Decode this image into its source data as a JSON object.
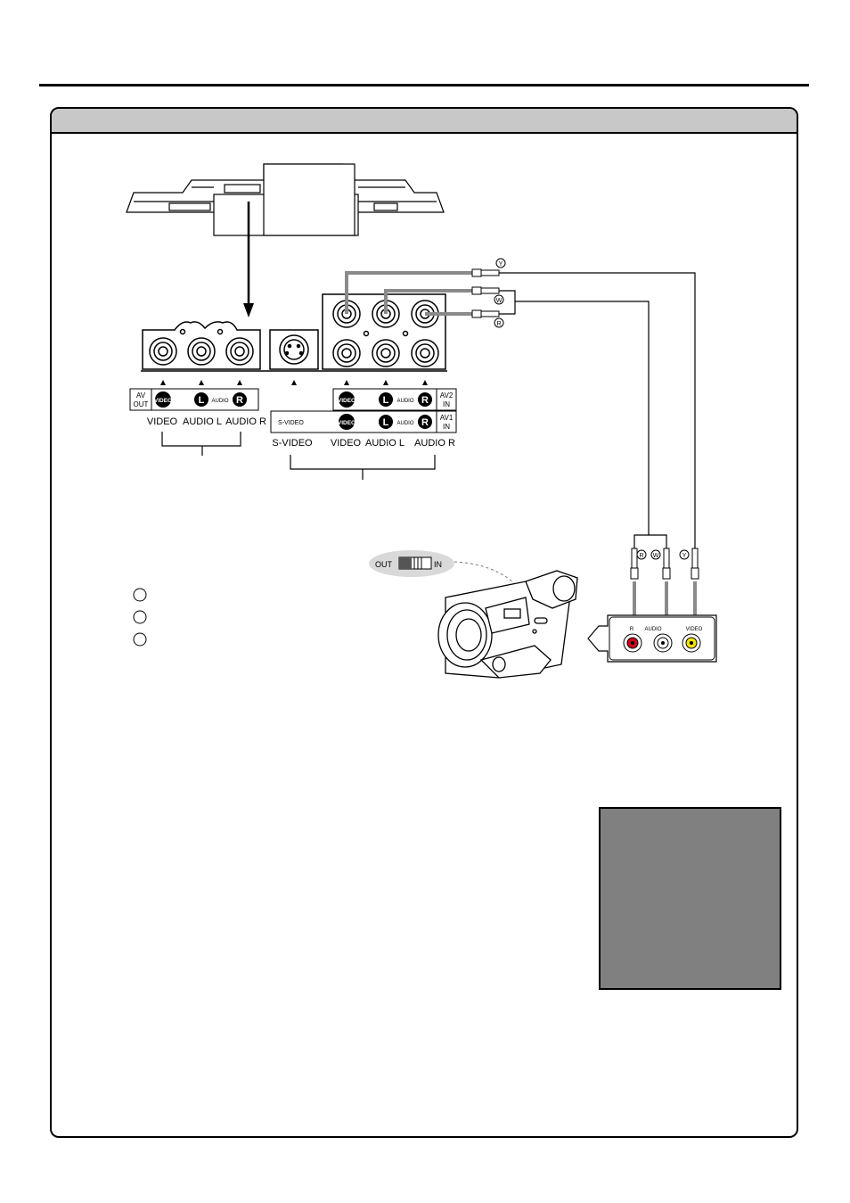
{
  "labels": {
    "av_out_line1": "AV",
    "av_out_line2": "OUT",
    "av2_in_line1": "AV2",
    "av2_in_line2": "IN",
    "av1_in_line1": "AV1",
    "av1_in_line2": "IN",
    "video_badge": "VIDEO",
    "l_badge": "L",
    "r_badge": "R",
    "audio_small": "AUDIO",
    "s_video_small": "S-VIDEO",
    "out_video": "VIDEO",
    "out_audio_l": "AUDIO L",
    "out_audio_r": "AUDIO R",
    "in_s_video": "S-VIDEO",
    "in_video": "VIDEO",
    "in_audio_l": "AUDIO L",
    "in_audio_r": "AUDIO R",
    "cable_y": "Y",
    "cable_w": "W",
    "cable_r": "R",
    "switch_out": "OUT",
    "switch_in": "IN",
    "camcorder_audio": "AUDIO",
    "camcorder_video": "VIDEO",
    "camcorder_r": "R"
  },
  "colors": {
    "cable_gray": "#8a8a8a",
    "video_yellow": "#f2e500",
    "audio_red": "#d0021b",
    "audio_white": "#ffffff",
    "box_gray": "#808080",
    "title_bar": "#c8c8c8"
  }
}
